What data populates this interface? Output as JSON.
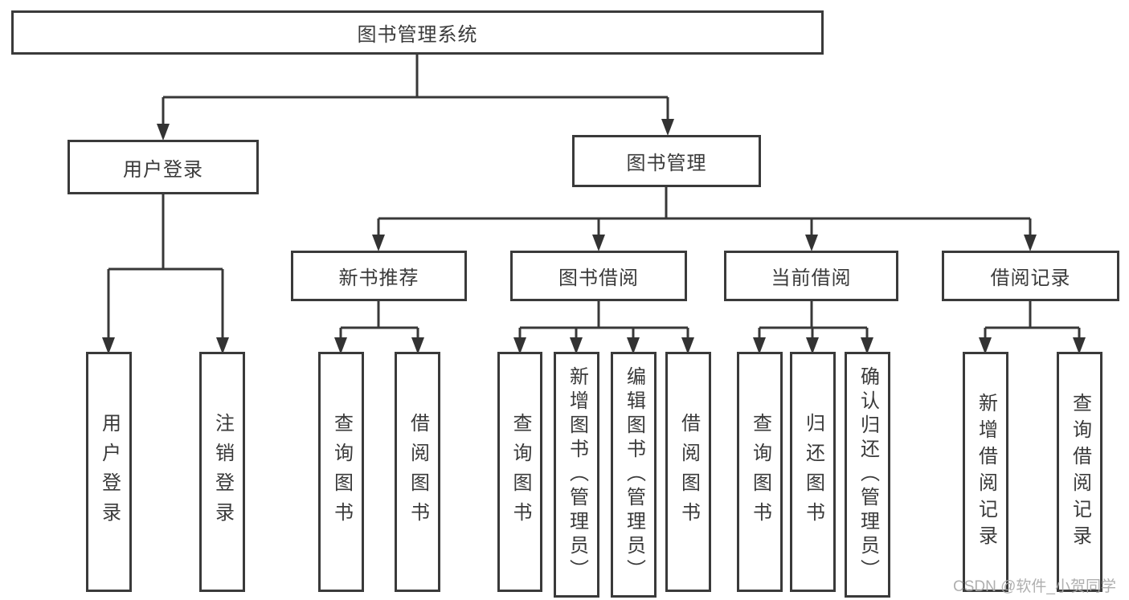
{
  "diagram": {
    "type": "hierarchy-tree",
    "root": {
      "label": "图书管理系统"
    },
    "branches": [
      {
        "label": "用户登录",
        "children": [
          {
            "label": "用户登录"
          },
          {
            "label": "注销登录"
          }
        ]
      },
      {
        "label": "图书管理",
        "children": [
          {
            "label": "新书推荐",
            "children": [
              {
                "label": "查询图书"
              },
              {
                "label": "借阅图书"
              }
            ]
          },
          {
            "label": "图书借阅",
            "children": [
              {
                "label": "查询图书"
              },
              {
                "label": "新增图书（管理员）"
              },
              {
                "label": "编辑图书（管理员）"
              },
              {
                "label": "借阅图书"
              }
            ]
          },
          {
            "label": "当前借阅",
            "children": [
              {
                "label": "查询图书"
              },
              {
                "label": "归还图书"
              },
              {
                "label": "确认归还（管理员）"
              }
            ]
          },
          {
            "label": "借阅记录",
            "children": [
              {
                "label": "新增借阅记录"
              },
              {
                "label": "查询借阅记录"
              }
            ]
          }
        ]
      }
    ]
  },
  "watermark": {
    "text": "CSDN @软件_小贺同学"
  },
  "colors": {
    "line": "#383838",
    "arrow": "#333333",
    "border": "#3a3a3a",
    "text": "#3a3a3a",
    "watermark": "#a9a9a9",
    "background": "#ffffff"
  }
}
